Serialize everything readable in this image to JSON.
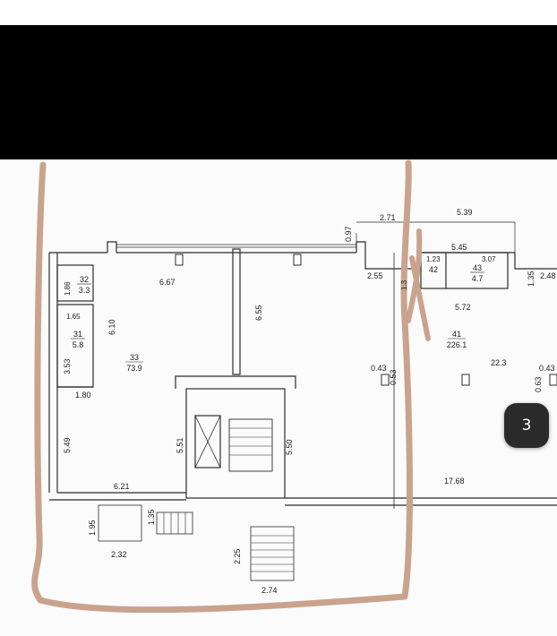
{
  "page_indicator": "3",
  "colors": {
    "wall": "#2b2b2b",
    "annotation_stroke": "#c9a38e",
    "redaction": "#000000",
    "badge_bg": "#2a2a2a"
  },
  "rooms": {
    "r33": {
      "number": "33",
      "area": "73.9"
    },
    "r31": {
      "number": "31",
      "area": "5.8"
    },
    "r32": {
      "number": "32",
      "area": "3.3"
    },
    "r41": {
      "number": "41",
      "area": "226.1"
    },
    "r42": {
      "number": "42",
      "area": ""
    },
    "r43": {
      "number": "43",
      "area": "4.7"
    }
  },
  "dimensions": {
    "d_2_71": "2.71",
    "d_5_39": "5.39",
    "d_0_97": "0.97",
    "d_5_45": "5.45",
    "d_1_23": "1.23",
    "d_3_07": "3.07",
    "d_6_67": "6.67",
    "d_2_55": "2.55",
    "d_1_35a": "1.35",
    "d_2_48": "2.48",
    "d_1_86": "1.86",
    "d_6_10": "6.10",
    "d_6_55": "6.55",
    "d_5_72": "5.72",
    "d_1_65": "1.65",
    "d_22_3": "22.3",
    "d_3_53": "3.53",
    "d_0_43a": "0.43",
    "d_0_53": "0.53",
    "d_0_63": "0.63",
    "d_0_43b": "0.43",
    "d_1_80": "1.80",
    "d_5_49": "5.49",
    "d_5_51": "5.51",
    "d_5_50": "5.50",
    "d_6_21": "6.21",
    "d_17_68": "17.68",
    "d_1_95": "1.95",
    "d_1_35b": "1.35",
    "d_2_32": "2.32",
    "d_2_25": "2.25",
    "d_2_74": "2.74",
    "d_1_3": "1.3"
  }
}
